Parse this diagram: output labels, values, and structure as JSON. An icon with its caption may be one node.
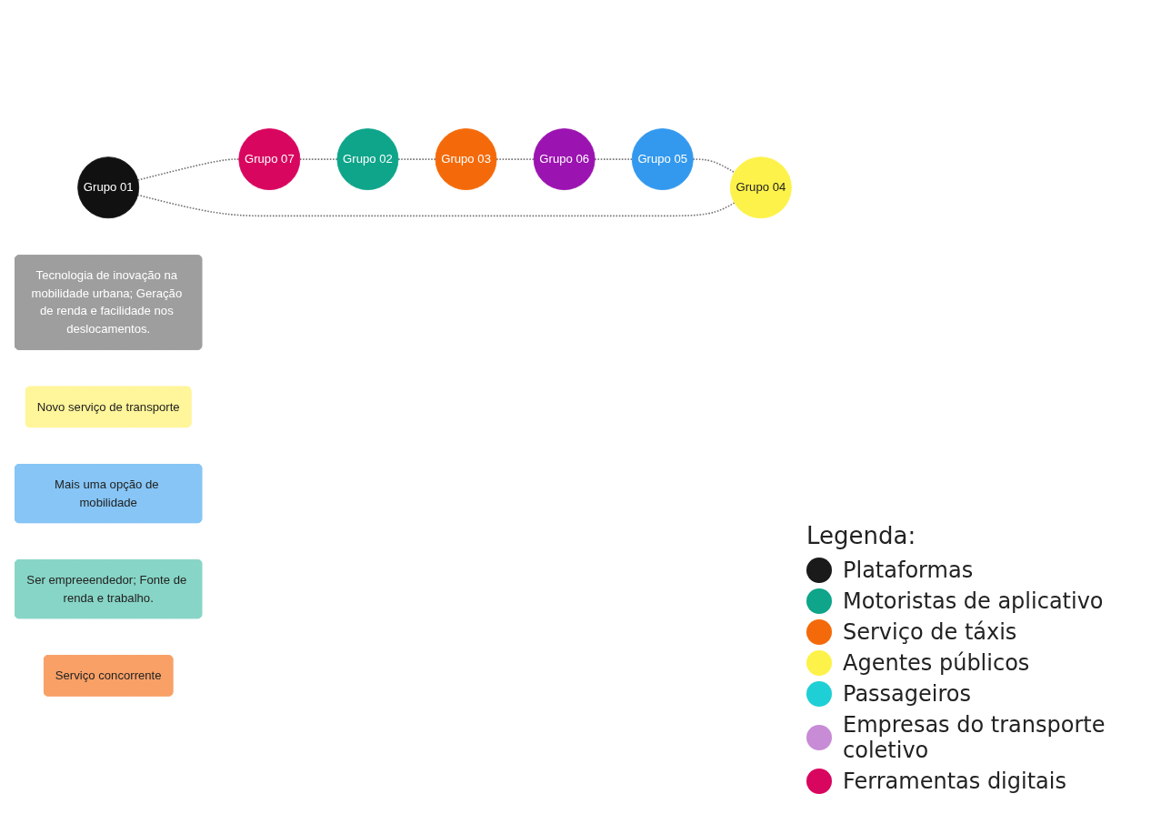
{
  "diagram": {
    "nodes": [
      {
        "text": [
          "Grupo 01"
        ]
      },
      {
        "text": [
          "Tecnologia de inovação na mobilidade urbana; Geração de renda e facilidade nos deslocamentos."
        ]
      },
      {
        "text": [
          "Grupo 04"
        ]
      },
      {
        "text": [
          "Novo serviço de transporte"
        ]
      },
      {
        "text": [
          "Grupo 07"
        ]
      },
      {
        "text": [
          "Mais uma opção de mobilidade"
        ]
      },
      {
        "text": [
          "Grupo 05"
        ]
      },
      {
        "text": [
          "Grupo 02"
        ]
      },
      {
        "text": [
          "Ser empreeendedor; Fonte de renda e trabalho."
        ]
      },
      {
        "text": [
          "Grupo 06"
        ]
      },
      {
        "text": [
          "Grupo 03"
        ]
      },
      {
        "text": [
          "Serviço concorrente"
        ]
      }
    ],
    "edges": [
      {
        "from": 2,
        "to": 0,
        "arrow": "none",
        "style": "dashed"
      },
      {
        "from": 0,
        "to": 4,
        "arrow": "none",
        "style": "dashed"
      },
      {
        "from": 4,
        "to": 7,
        "arrow": "none",
        "style": "dashed"
      },
      {
        "from": 7,
        "to": 10,
        "arrow": "none",
        "style": "dashed"
      },
      {
        "from": 10,
        "to": 9,
        "arrow": "none",
        "style": "dashed"
      },
      {
        "from": 9,
        "to": 6,
        "arrow": "none",
        "style": "dashed"
      },
      {
        "from": 6,
        "to": 2,
        "arrow": "none",
        "style": "dashed"
      }
    ],
    "labels": [
      "Legenda:"
    ],
    "legend": [
      {
        "text": "Plataformas",
        "color": "#1a1a1a"
      },
      {
        "text": "Motoristas de aplicativo",
        "color": "#0ea58a"
      },
      {
        "text": "Serviço de táxis",
        "color": "#f46a0a"
      },
      {
        "text": "Agentes públicos",
        "color": "#fdf24a"
      },
      {
        "text": "Passageiros",
        "color": "#1fcfd6"
      },
      {
        "text": "Empresas do transporte coletivo",
        "color": "#c88bd6"
      },
      {
        "text": "Ferramentas digitais",
        "color": "#d8065f"
      }
    ]
  }
}
